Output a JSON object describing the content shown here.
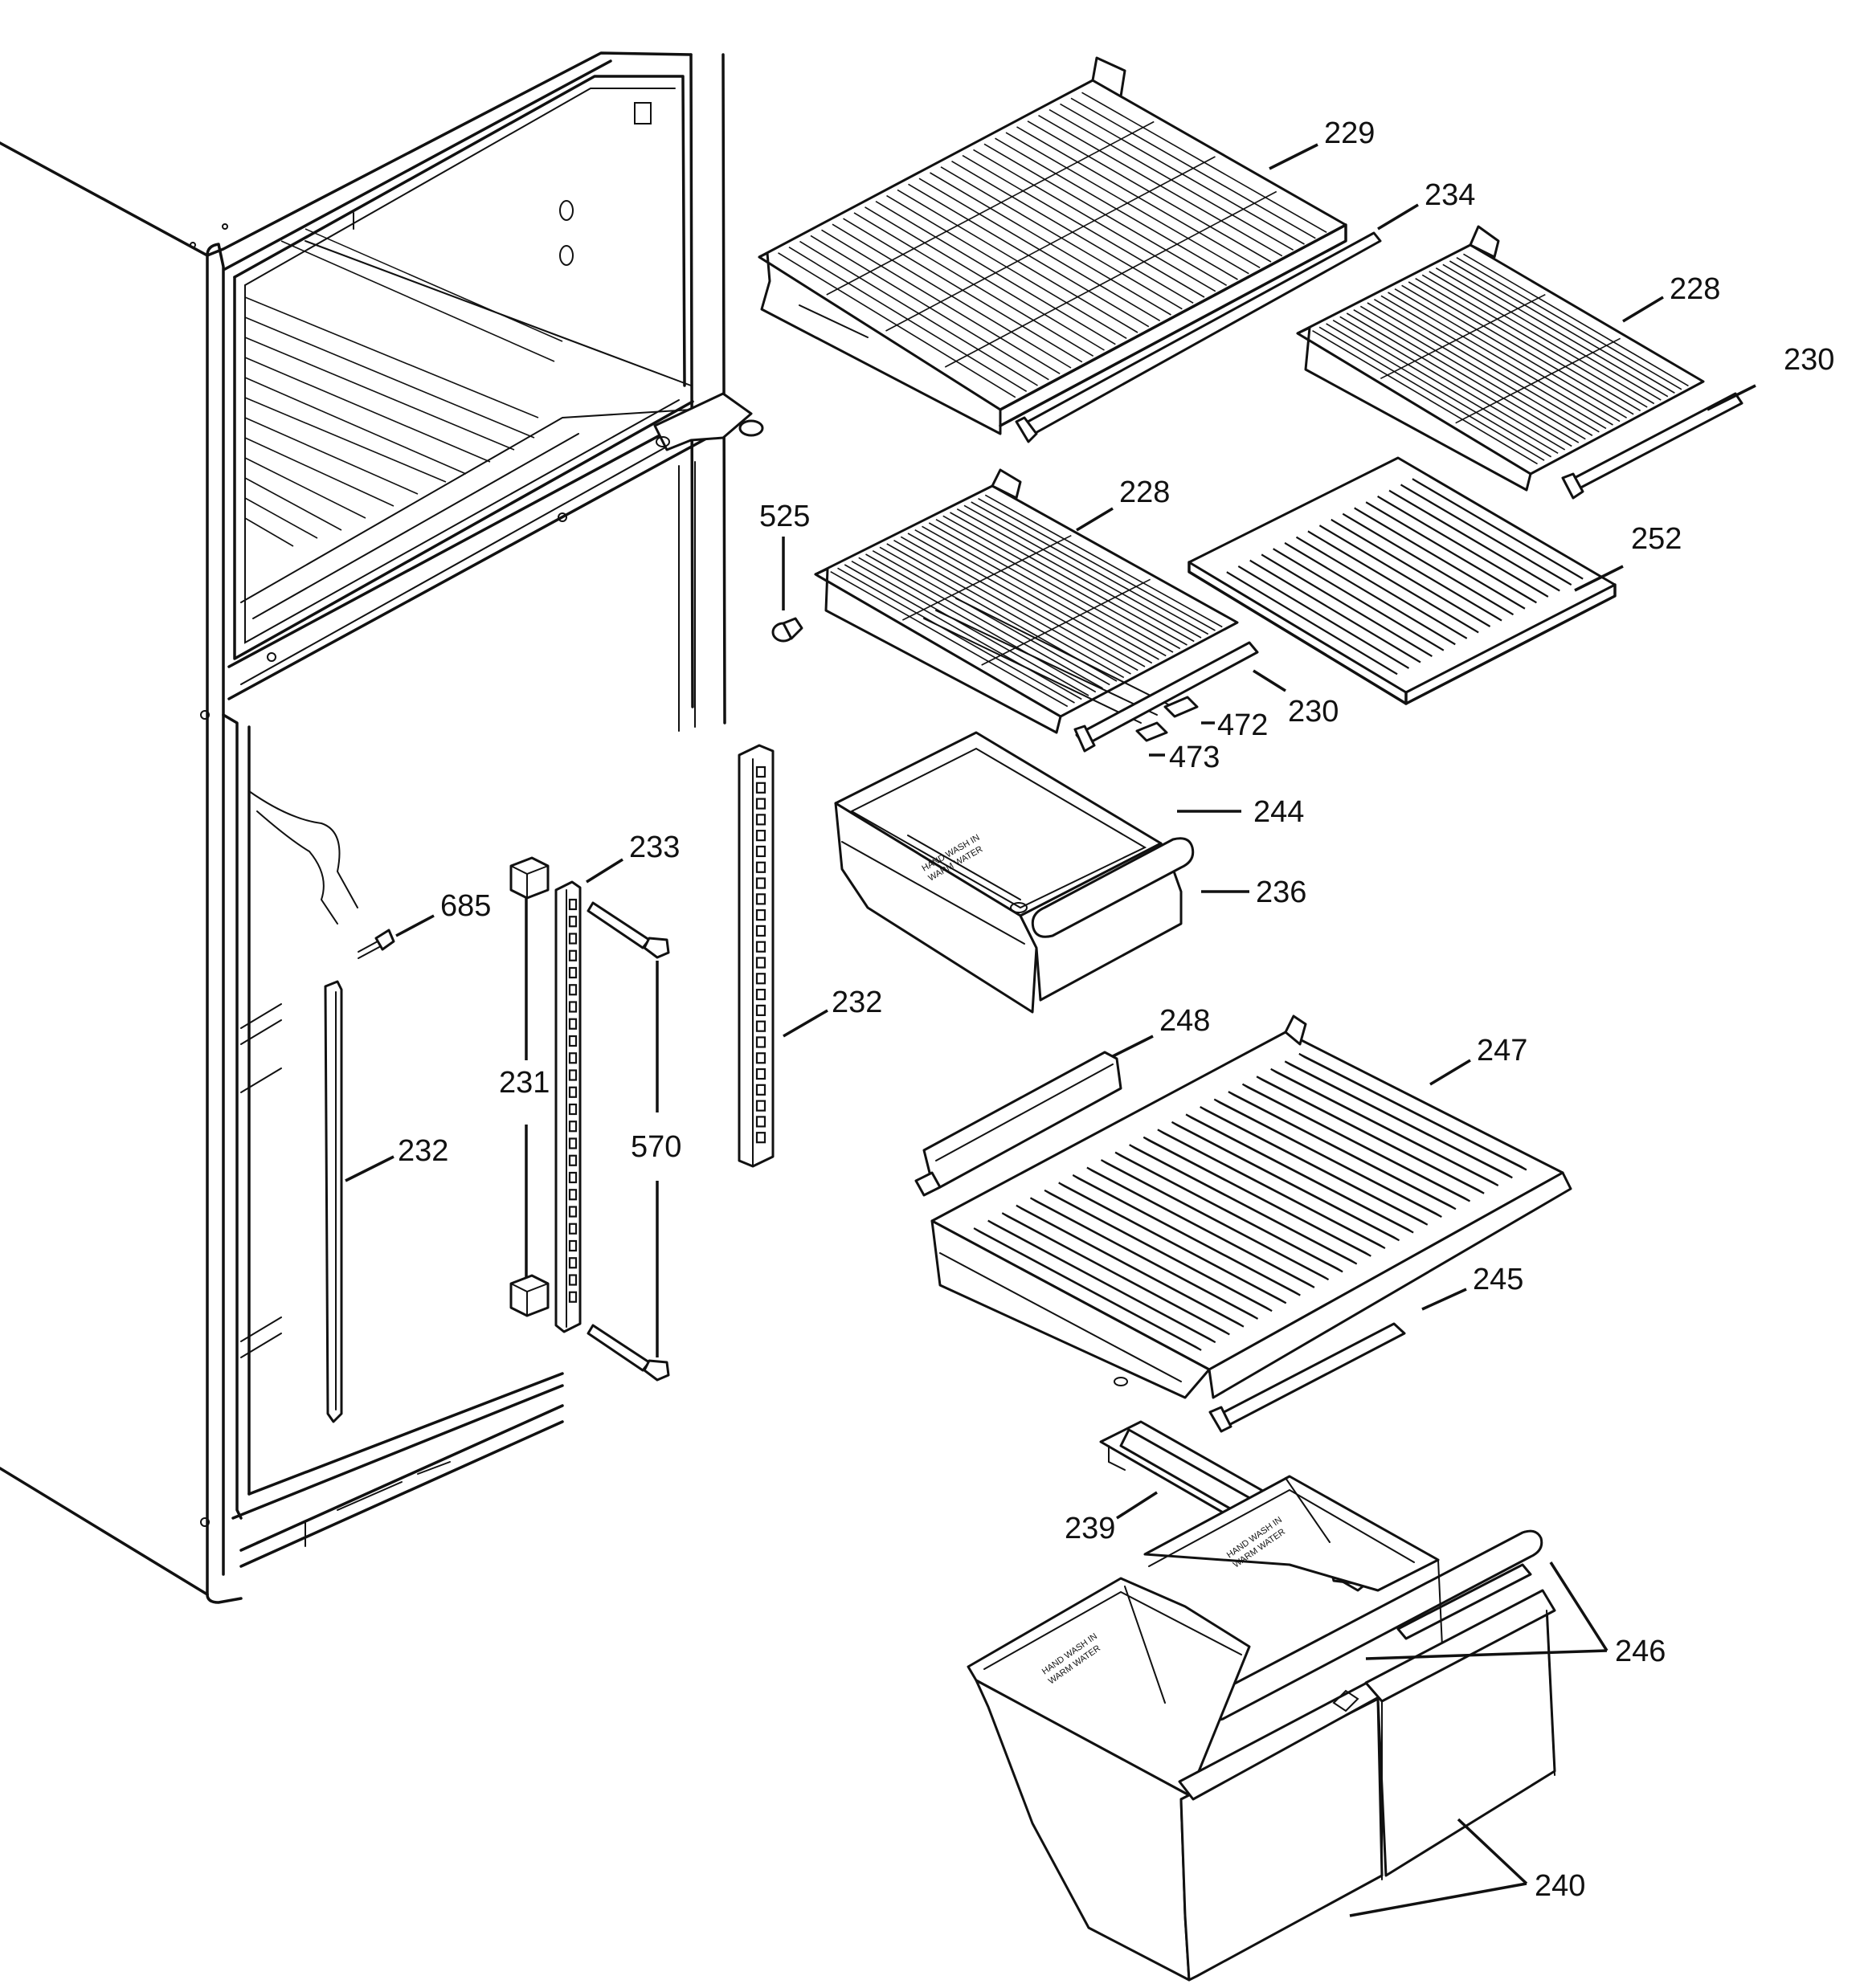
{
  "callouts": {
    "c229": "229",
    "c234": "234",
    "c228a": "228",
    "c230a": "230",
    "c525": "525",
    "c228b": "228",
    "c252": "252",
    "c230b": "230",
    "c472": "472",
    "c473": "473",
    "c244": "244",
    "c233": "233",
    "c685": "685",
    "c236": "236",
    "c232a": "232",
    "c231": "231",
    "c570": "570",
    "c232b": "232",
    "c248": "248",
    "c247": "247",
    "c245": "245",
    "c239": "239",
    "c246": "246",
    "c240": "240"
  },
  "bin_text": {
    "crisper_notice_l1": "HAND WASH IN",
    "crisper_notice_l2": "WARM WATER",
    "drawer_notice_l1": "HAND WASH IN",
    "drawer_notice_l2": "WARM WATER"
  }
}
